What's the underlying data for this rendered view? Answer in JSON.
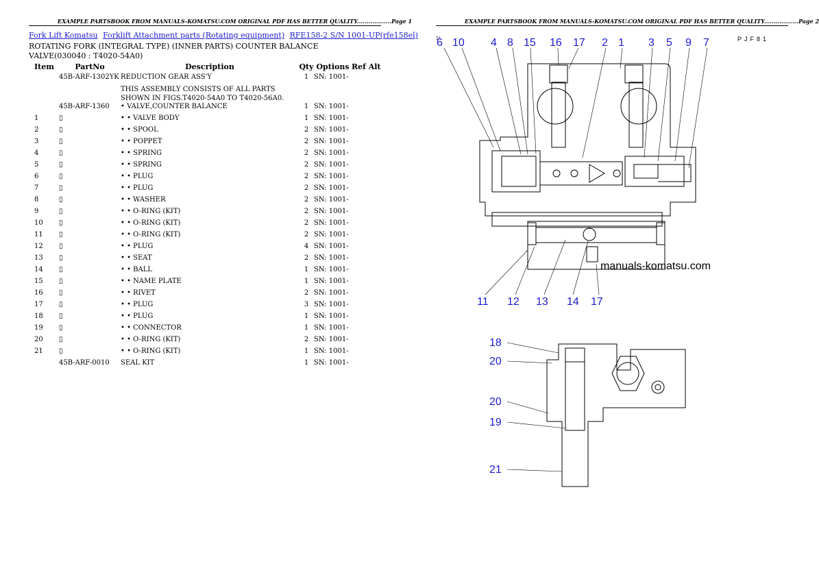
{
  "header": {
    "page1": "EXAMPLE PARTSBOOK FROM MANUALS-KOMATSU.COM ORIGINAL PDF HAS BETTER QUALITY..................Page 1",
    "page2": "EXAMPLE PARTSBOOK FROM MANUALS-KOMATSU.COM ORIGINAL PDF HAS BETTER QUALITY..................Page 2"
  },
  "breadcrumb": [
    "Fork Lift Komatsu",
    "Forklift Attachment parts (Rotating equipment)",
    "RFE158-2 S/N 1001-UP(rfe158el)"
  ],
  "title": "ROTATING FORK (INTEGRAL TYPE) (INNER PARTS) COUNTER BALANCE VALVE(030040 : T4020-54A0)",
  "columns": [
    "Item",
    "PartNo",
    "Description",
    "Qty",
    "Options",
    "Ref Alt"
  ],
  "rows": [
    {
      "item": "",
      "part": "45B-ARF-1302YK",
      "desc": "REDUCTION GEAR ASS'Y",
      "qty": "1",
      "opt": "SN: 1001-"
    },
    {
      "item": "",
      "part": "",
      "desc": "THIS ASSEMBLY CONSISTS OF ALL PARTS SHOWN IN FIGS.T4020-54A0 TO T4020-56A0.",
      "qty": "",
      "opt": ""
    },
    {
      "item": "",
      "part": "45B-ARF-1360",
      "desc": "• VALVE,COUNTER BALANCE",
      "qty": "1",
      "opt": "SN: 1001-"
    },
    {
      "item": "1",
      "part": "▯",
      "desc": "• • VALVE BODY",
      "qty": "1",
      "opt": "SN: 1001-"
    },
    {
      "item": "2",
      "part": "▯",
      "desc": "• • SPOOL",
      "qty": "2",
      "opt": "SN: 1001-"
    },
    {
      "item": "3",
      "part": "▯",
      "desc": "• • POPPET",
      "qty": "2",
      "opt": "SN: 1001-"
    },
    {
      "item": "4",
      "part": "▯",
      "desc": "• • SPRING",
      "qty": "2",
      "opt": "SN: 1001-"
    },
    {
      "item": "5",
      "part": "▯",
      "desc": "• • SPRING",
      "qty": "2",
      "opt": "SN: 1001-"
    },
    {
      "item": "6",
      "part": "▯",
      "desc": "• • PLUG",
      "qty": "2",
      "opt": "SN: 1001-"
    },
    {
      "item": "7",
      "part": "▯",
      "desc": "• • PLUG",
      "qty": "2",
      "opt": "SN: 1001-"
    },
    {
      "item": "8",
      "part": "▯",
      "desc": "• • WASHER",
      "qty": "2",
      "opt": "SN: 1001-"
    },
    {
      "item": "9",
      "part": "▯",
      "desc": "• • O-RING (KIT)",
      "qty": "2",
      "opt": "SN: 1001-"
    },
    {
      "item": "10",
      "part": "▯",
      "desc": "• • O-RING (KIT)",
      "qty": "2",
      "opt": "SN: 1001-"
    },
    {
      "item": "11",
      "part": "▯",
      "desc": "• • O-RING (KIT)",
      "qty": "2",
      "opt": "SN: 1001-"
    },
    {
      "item": "12",
      "part": "▯",
      "desc": "• • PLUG",
      "qty": "4",
      "opt": "SN: 1001-"
    },
    {
      "item": "13",
      "part": "▯",
      "desc": "• • SEAT",
      "qty": "2",
      "opt": "SN: 1001-"
    },
    {
      "item": "14",
      "part": "▯",
      "desc": "• • BALL",
      "qty": "1",
      "opt": "SN: 1001-"
    },
    {
      "item": "15",
      "part": "▯",
      "desc": "• • NAME PLATE",
      "qty": "1",
      "opt": "SN: 1001-"
    },
    {
      "item": "16",
      "part": "▯",
      "desc": "• • RIVET",
      "qty": "2",
      "opt": "SN: 1001-"
    },
    {
      "item": "17",
      "part": "▯",
      "desc": "• • PLUG",
      "qty": "3",
      "opt": "SN: 1001-"
    },
    {
      "item": "18",
      "part": "▯",
      "desc": "• • PLUG",
      "qty": "1",
      "opt": "SN: 1001-"
    },
    {
      "item": "19",
      "part": "▯",
      "desc": "• • CONNECTOR",
      "qty": "1",
      "opt": "SN: 1001-"
    },
    {
      "item": "20",
      "part": "▯",
      "desc": "• • O-RING (KIT)",
      "qty": "2",
      "opt": "SN: 1001-"
    },
    {
      "item": "21",
      "part": "▯",
      "desc": "• • O-RING (KIT)",
      "qty": "1",
      "opt": "SN: 1001-"
    },
    {
      "item": "",
      "part": "45B-ARF-0010",
      "desc": "SEAL KIT",
      "qty": "1",
      "opt": "SN: 1001-"
    }
  ],
  "diagram": {
    "code": "PJF81",
    "watermark": "manuals-komatsu.com",
    "small_mark": "1*",
    "label_color": "#1a1ad0",
    "top_callouts": [
      "6",
      "10",
      "4",
      "8",
      "15",
      "16",
      "17",
      "2",
      "1",
      "3",
      "5",
      "9",
      "7"
    ],
    "bottom_callouts": [
      "11",
      "12",
      "13",
      "14",
      "17"
    ],
    "lower_callouts": [
      "18",
      "20",
      "20",
      "19",
      "21"
    ]
  }
}
